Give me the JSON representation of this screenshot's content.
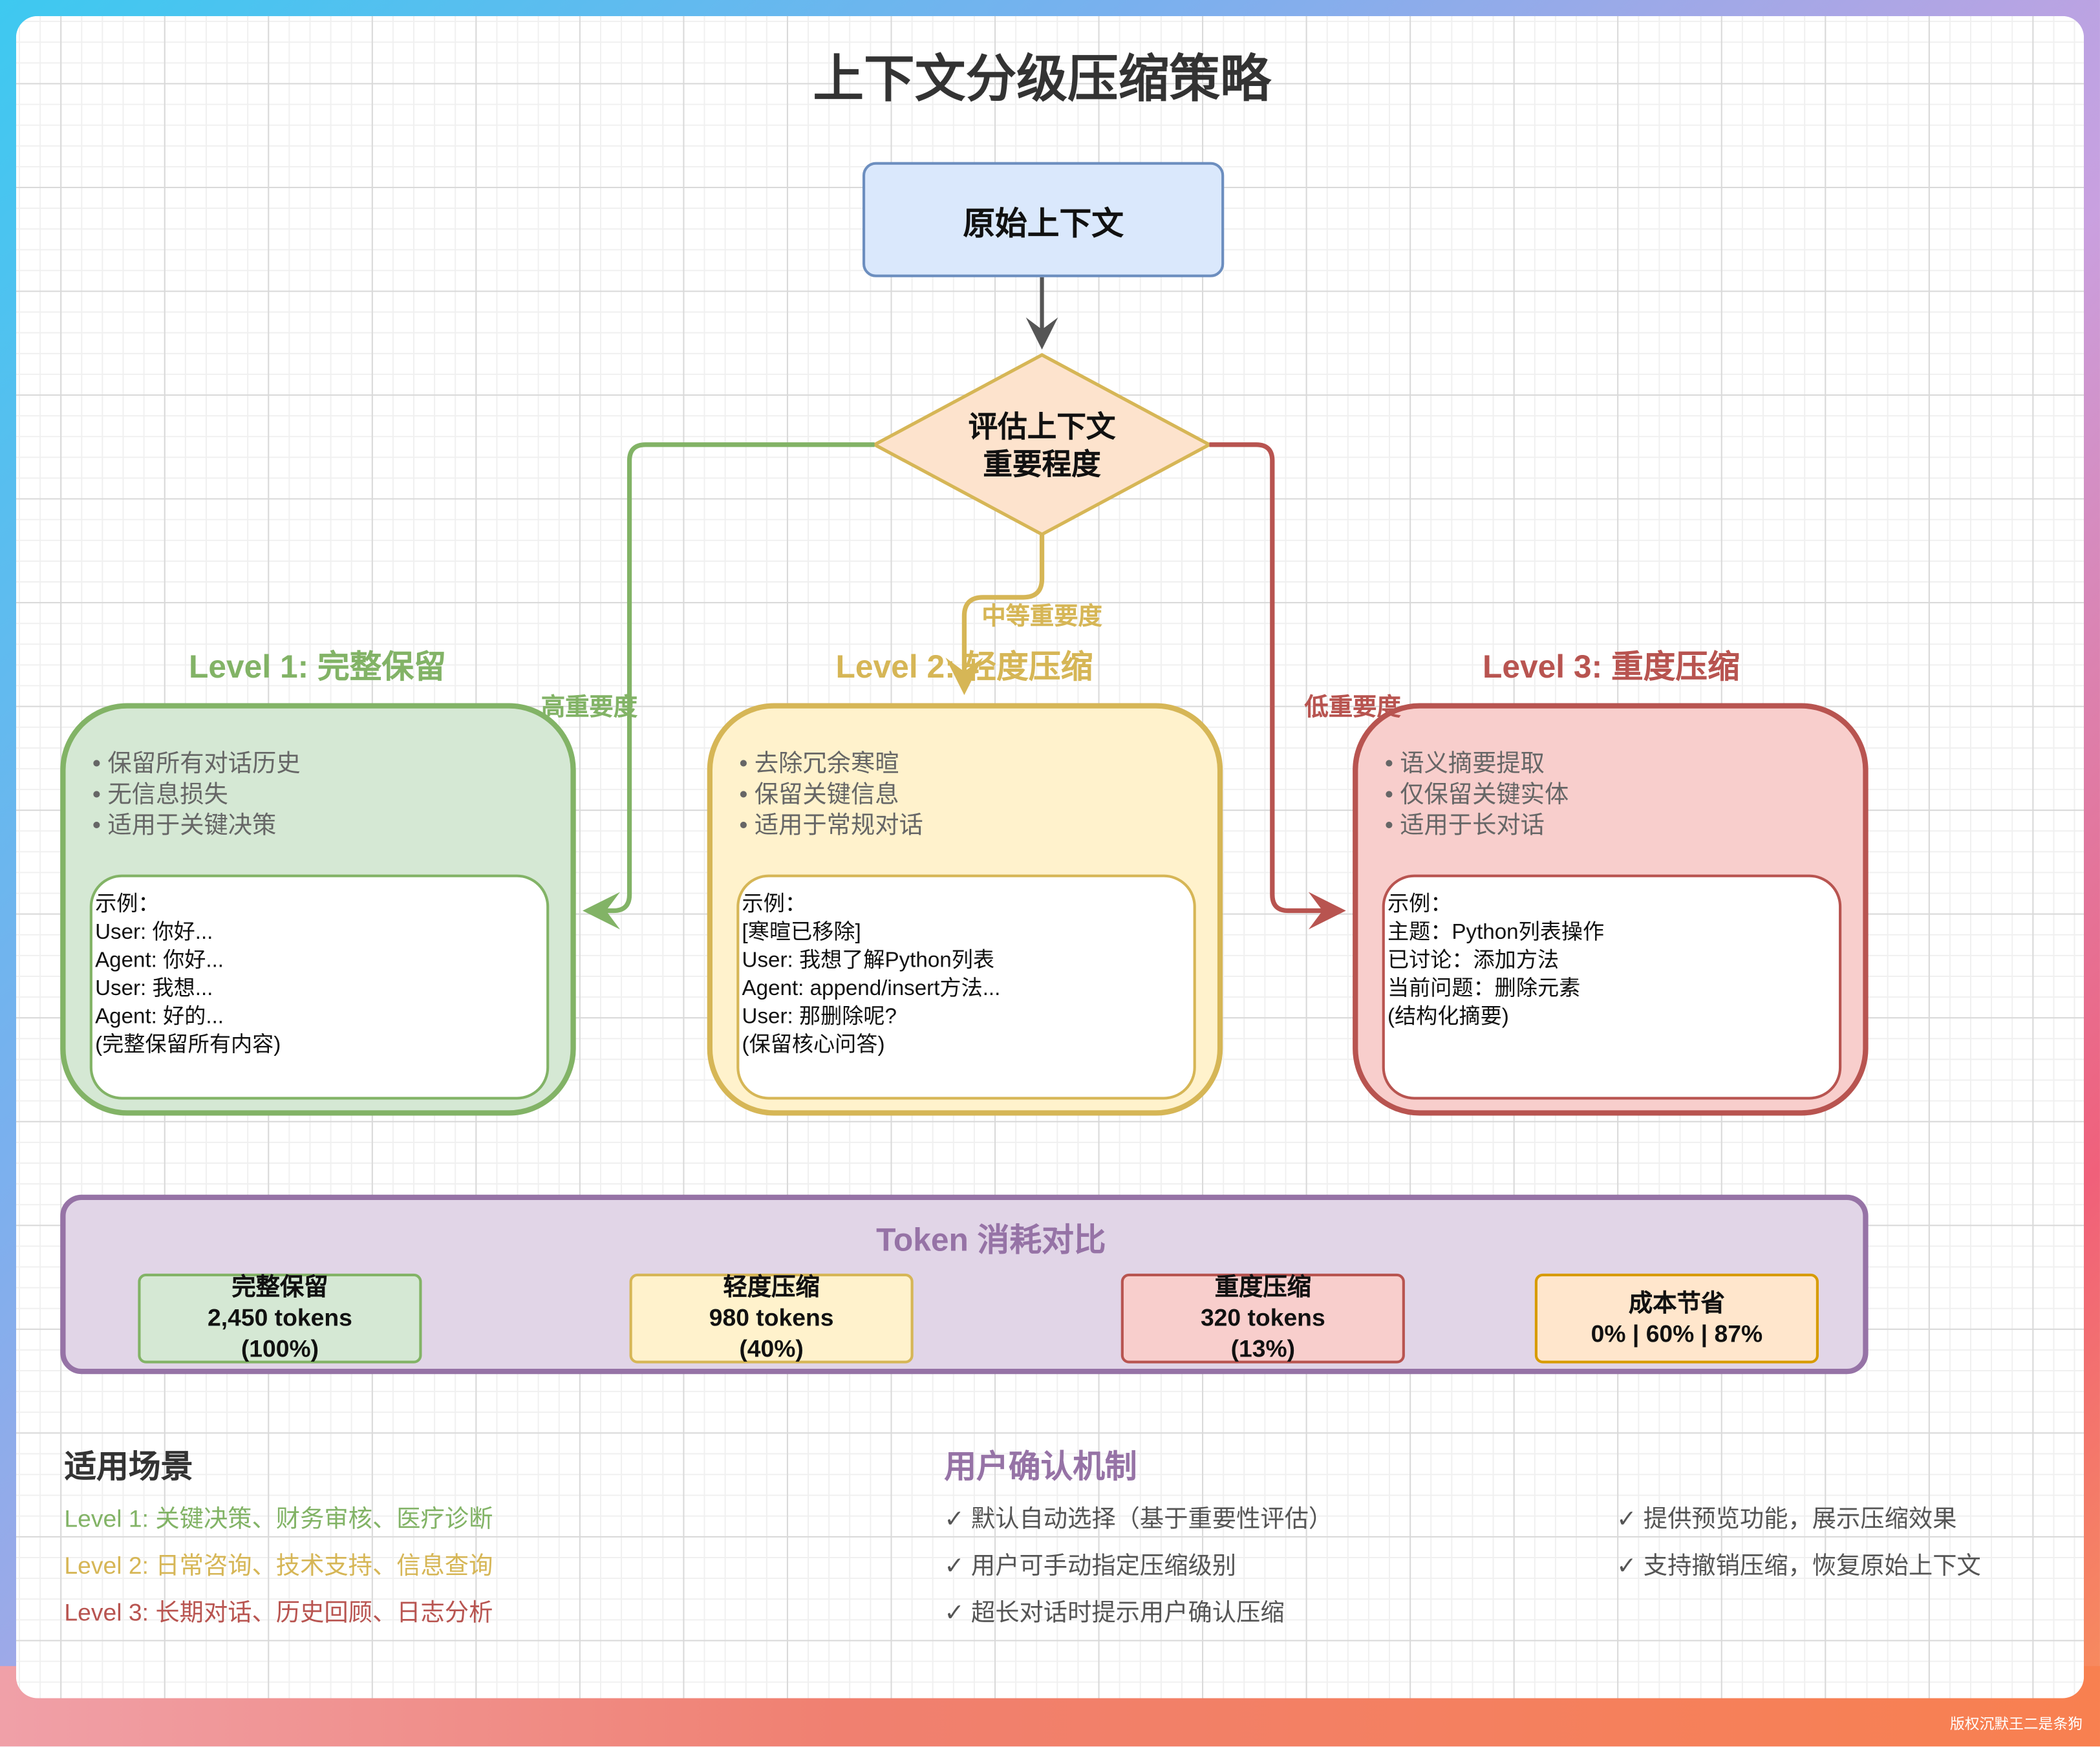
{
  "title": "上下文分级压缩策略",
  "start_node": "原始上下文",
  "decision": {
    "line1": "评估上下文",
    "line2": "重要程度"
  },
  "edges": {
    "high": "高重要度",
    "medium": "中等重要度",
    "low": "低重要度"
  },
  "colors": {
    "green": "#82b366",
    "yellow": "#d6b656",
    "red": "#b85450",
    "purple": "#9673a6",
    "blue": "#6c8ebf"
  },
  "levels": [
    {
      "title": "Level 1: 完整保留",
      "bullets": [
        "• 保留所有对话历史",
        "• 无信息损失",
        "• 适用于关键决策"
      ],
      "example": [
        "示例：",
        "User: 你好...",
        "Agent: 你好...",
        "User: 我想...",
        "Agent: 好的...",
        "(完整保留所有内容)"
      ]
    },
    {
      "title": "Level 2: 轻度压缩",
      "bullets": [
        "• 去除冗余寒暄",
        "• 保留关键信息",
        "• 适用于常规对话"
      ],
      "example": [
        "示例：",
        "[寒暄已移除]",
        "User: 我想了解Python列表",
        "Agent: append/insert方法...",
        "User: 那删除呢?",
        "(保留核心问答)"
      ]
    },
    {
      "title": "Level 3: 重度压缩",
      "bullets": [
        "• 语义摘要提取",
        "• 仅保留关键实体",
        "• 适用于长对话"
      ],
      "example": [
        "示例：",
        "主题：Python列表操作",
        "已讨论：添加方法",
        "当前问题：删除元素",
        "(结构化摘要)"
      ]
    }
  ],
  "token_panel": {
    "title": "Token 消耗对比",
    "items": [
      {
        "name": "完整保留",
        "tokens": "2,450 tokens",
        "pct": "(100%)"
      },
      {
        "name": "轻度压缩",
        "tokens": "980 tokens",
        "pct": "(40%)"
      },
      {
        "name": "重度压缩",
        "tokens": "320 tokens",
        "pct": "(13%)"
      },
      {
        "name": "成本节省",
        "tokens": "0% | 60% | 87%"
      }
    ]
  },
  "scenarios": {
    "title": "适用场景",
    "items": [
      "Level 1: 关键决策、财务审核、医疗诊断",
      "Level 2: 日常咨询、技术支持、信息查询",
      "Level 3: 长期对话、历史回顾、日志分析"
    ]
  },
  "confirm": {
    "title": "用户确认机制",
    "col1": [
      "✓ 默认自动选择（基于重要性评估）",
      "✓ 用户可手动指定压缩级别",
      "✓ 超长对话时提示用户确认压缩"
    ],
    "col2": [
      "✓ 提供预览功能，展示压缩效果",
      "✓ 支持撤销压缩，恢复原始上下文"
    ]
  },
  "watermark": "版权沉默王二是条狗"
}
